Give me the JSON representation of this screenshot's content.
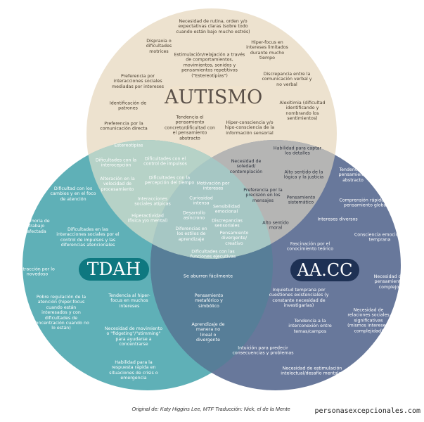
{
  "labels": {
    "autismo": "AUTISMO",
    "tdah": "TDAH",
    "aacc": "AA.CC"
  },
  "colors": {
    "autismo": "#ede2cf",
    "tdah": "#5fb0b7",
    "aacc": "#68789b",
    "autismo_tdah": "#b6d2c7",
    "autismo_aacc": "#b5b5b4",
    "tdah_aacc": "#577e98",
    "center": "#a6c7c4"
  },
  "autismo_only": [
    "Necesidad de rutina, orden y/o expectativas claras (sobre todo cuando están bajo mucho estrés)",
    "Dispraxia o dificultades motrices",
    "Hiper-focus en intereses limitados durante mucho tiempo",
    "Estimulación/relajación a través de comportamientos, movimientos, sonidos y pensamientos repetitivos (\"Estereotipias\")",
    "Preferencia por interacciones sociales mediadas por intereses",
    "Discrepancia entre la comunicación verbal y no verbal",
    "Identificación de patrones",
    "Alexitimia (dificultad identificando y nombrando los sentimientos)",
    "Tendencia el pensamiento concreto/dificultad con el pensamiento abstracto",
    "Hiper-consciencia y/o hipo-consciencia de la información sensorial",
    "Preferencia por la comunicación directa"
  ],
  "autismo_tdah": [
    "Estereotipias",
    "Dificultades con la interocepción",
    "Dificultades con el control de impulsos",
    "Alteración en la velocidad de procesamiento",
    "Dificultades con la percepción del tiempo",
    "Interacciones sociales atípicas",
    "Hiperactividad (física y/o mental)"
  ],
  "autismo_aacc": [
    "Habilidad para captar los detalles",
    "Necesidad de soledad/ contemplación",
    "Alto sentido de la lógica y la justicia",
    "Preferencia por la precisión en los mensajes",
    "Pensamiento sistemático",
    "Alto sentido moral"
  ],
  "center": [
    "Motivación por intereses",
    "Curiosidad intensa",
    "Sensibilidad emocional",
    "Desarrollo asíncrono",
    "Discrepancias sensoriales",
    "Diferencias en los estilos de aprendizaje",
    "Pensamiento divergente/ creativo",
    "Dificultades con las funciones ejecutivas"
  ],
  "tdah_only": [
    "Dificultad con los cambios y en el foco de atención",
    "Memoria de trabajo afectada",
    "Dificultades en las interacciones sociales por el control de impulsos y las diferencias atencionales",
    "Atracción por lo novedoso",
    "Pobre regulación de la atención (hiper-focus cuando están interesados y con dificultades de concentración cuando no lo están)",
    "Tendencia al hiper-focus en muchos intereses",
    "Necesidad de movimiento o \"fidgeting\"/\"stimming\" para ayudarse a concentrarse",
    "Habilidad para la respuesta rápida en situaciones de crisis o emergencia"
  ],
  "tdah_aacc": [
    "Se aburren fácilmente",
    "Pensamiento metafórico y simbólico",
    "Aprendizaje de manera no lineal o divergente"
  ],
  "aacc_only": [
    "Tendencia al pensamiento abstracto",
    "Comprensión rápida y/o pensamiento global",
    "Intereses diversos",
    "Consciencia emocional temprana",
    "Fascinación por el conocimiento teórico",
    "Necesidad de pensamiento complejo",
    "Inquietud temprana por cuestiones existenciales (y constante necesidad de investigarlas)",
    "Necesidad de relaciones sociales significativas (mismos intereses/ complejidad)",
    "Tendencia a la interconexión entre temas/campos",
    "Intuición para predecir consecuencias y problemas",
    "Necesidad de estimulación intelectual/desafío mentales"
  ],
  "credit": "Original de: Katy Higgins Lee, MTF Traducción: Nick, el de la Mente",
  "watermark": "personasexcepcionales.com"
}
